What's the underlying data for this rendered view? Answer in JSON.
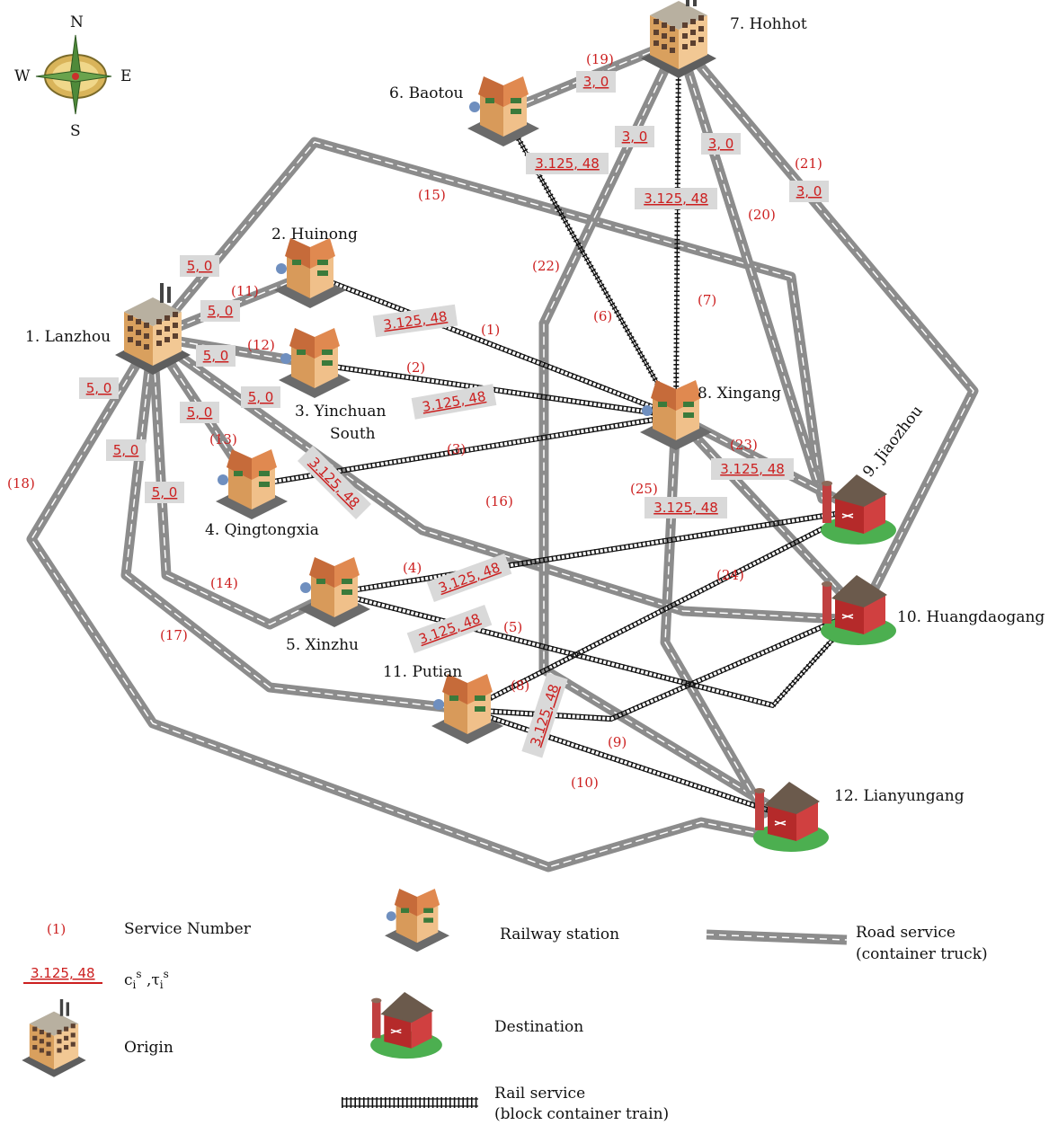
{
  "compass": {
    "n": "N",
    "s": "S",
    "e": "E",
    "w": "W"
  },
  "nodes": [
    {
      "id": "1",
      "label": "1. Lanzhou",
      "kind": "origin"
    },
    {
      "id": "2",
      "label": "2. Huinong",
      "kind": "station"
    },
    {
      "id": "3",
      "label": "3. Yinchuan",
      "label2": "South",
      "kind": "station"
    },
    {
      "id": "4",
      "label": "4. Qingtongxia",
      "kind": "station"
    },
    {
      "id": "5",
      "label": "5. Xinzhu",
      "kind": "station"
    },
    {
      "id": "6",
      "label": "6. Baotou",
      "kind": "station"
    },
    {
      "id": "7",
      "label": "7. Hohhot",
      "kind": "origin"
    },
    {
      "id": "8",
      "label": "8. Xingang",
      "kind": "station"
    },
    {
      "id": "9",
      "label": "9. Jiaozhou",
      "kind": "destination"
    },
    {
      "id": "10",
      "label": "10. Huangdaogang",
      "kind": "destination"
    },
    {
      "id": "11",
      "label": "11. Putian",
      "kind": "station"
    },
    {
      "id": "12",
      "label": "12. Lianyungang",
      "kind": "destination"
    }
  ],
  "service_numbers": [
    "(1)",
    "(2)",
    "(3)",
    "(4)",
    "(5)",
    "(6)",
    "(7)",
    "(8)",
    "(9)",
    "(10)",
    "(11)",
    "(12)",
    "(13)",
    "(14)",
    "(15)",
    "(16)",
    "(17)",
    "(18)",
    "(19)",
    "(20)",
    "(21)",
    "(22)",
    "(23)",
    "(24)",
    "(25)"
  ],
  "rail_cost": "3.125, 48",
  "road_cost_lanzhou": "5, 0",
  "road_cost_hohhot": "3, 0",
  "legend": {
    "service_number_sample": "(1)",
    "service_number_label": "Service Number",
    "cost_sample": "3.125, 48",
    "cost_label": "c",
    "cost_label_sub1": "i",
    "cost_label_sup1": "s",
    "cost_label_sep": " ,τ",
    "cost_label_sub2": "i",
    "cost_label_sup2": "s",
    "origin_label": "Origin",
    "station_label": "Railway station",
    "destination_label": "Destination",
    "road_label_1": "Road service",
    "road_label_2": "(container truck)",
    "rail_label_1": "Rail service",
    "rail_label_2": "(block container train)"
  },
  "colors": {
    "road": "#8c8c8c",
    "rail": "#111111",
    "service_number": "#cc1f1f",
    "cost_box": "#d9d9d9",
    "roof": "#6b5a4c",
    "wall": "#e8b07a",
    "barn_red": "#b52a2a",
    "grass": "#4caf50"
  }
}
